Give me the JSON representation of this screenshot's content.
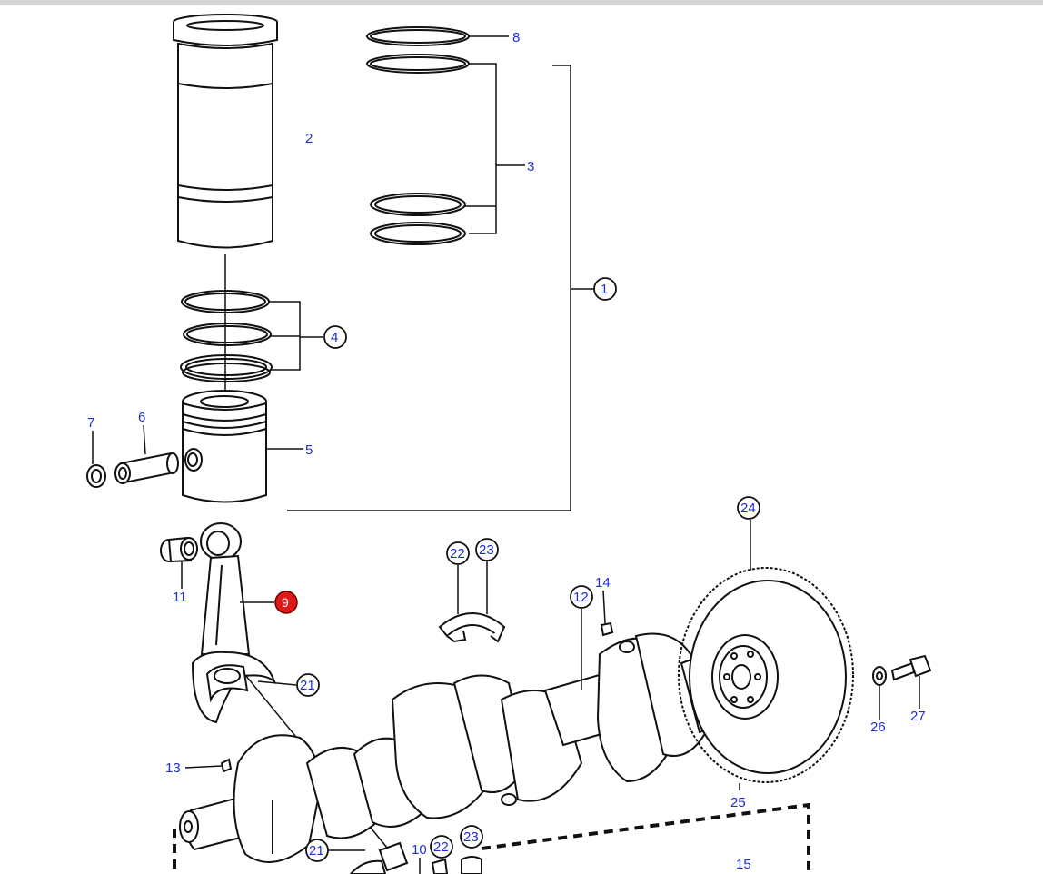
{
  "diagram": {
    "labels": {
      "p1": "1",
      "p2": "2",
      "p3": "3",
      "p4": "4",
      "p5": "5",
      "p6": "6",
      "p7": "7",
      "p8": "8",
      "p9": "9",
      "p10": "10",
      "p11": "11",
      "p12": "12",
      "p13": "13",
      "p14": "14",
      "p15": "15",
      "p21a": "21",
      "p21b": "21",
      "p22a": "22",
      "p22b": "22",
      "p23a": "23",
      "p23b": "23",
      "p24": "24",
      "p25": "25",
      "p26": "26",
      "p27": "27"
    },
    "selected_part": "9",
    "colors": {
      "label": "#1f2fd6",
      "selected_fill": "#e01818",
      "line": "#111111"
    }
  }
}
